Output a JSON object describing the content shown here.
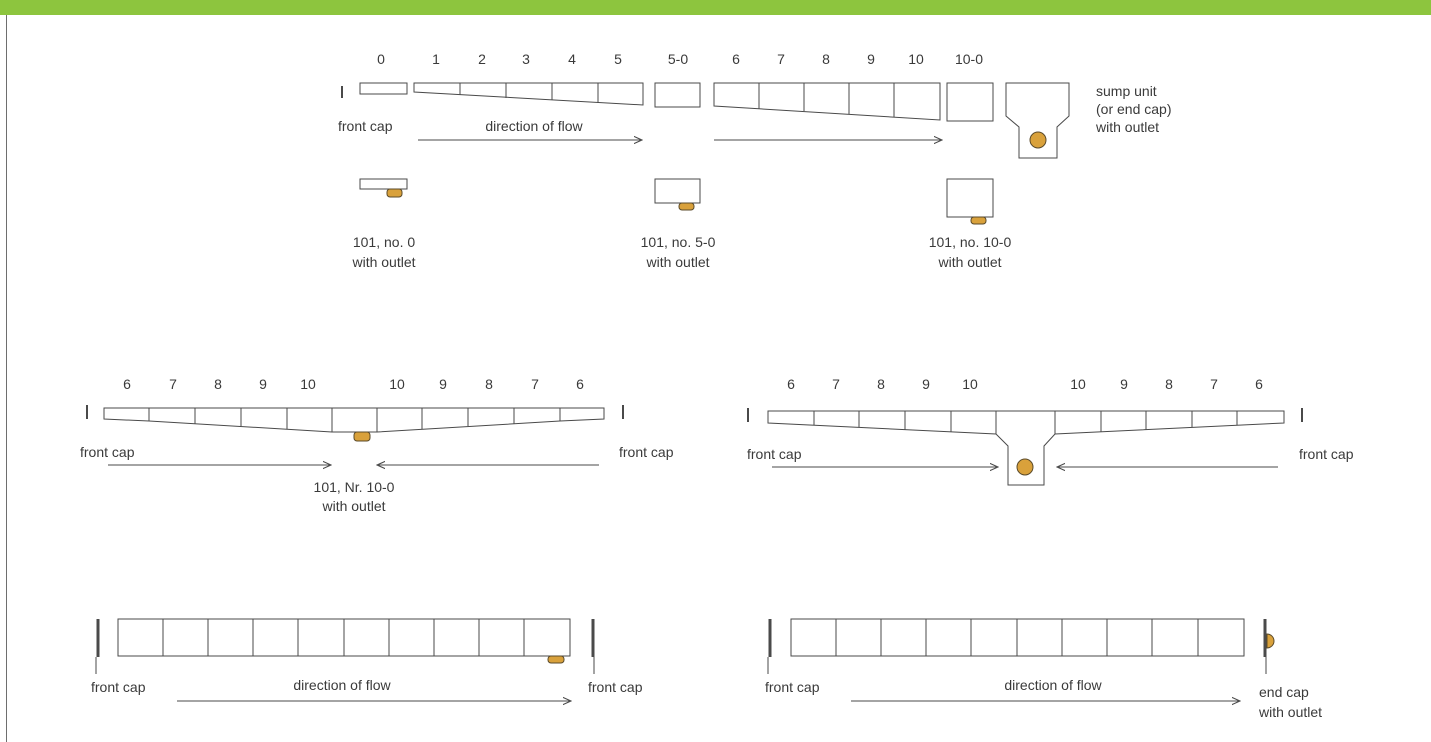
{
  "colors": {
    "header_bar": "#8dc53e",
    "outlet": "#d9a13b",
    "stroke": "#4a4a4a",
    "text": "#3a3a3a"
  },
  "top": {
    "numbers": [
      "0",
      "1",
      "2",
      "3",
      "4",
      "5",
      "5-0",
      "6",
      "7",
      "8",
      "9",
      "10",
      "10-0"
    ],
    "front_cap": "front cap",
    "flow": "direction of flow",
    "sump_lines": [
      "sump unit",
      "(or end cap)",
      "with outlet"
    ],
    "outlets": [
      {
        "line1": "101, no. 0",
        "line2": "with outlet"
      },
      {
        "line1": "101, no. 5-0",
        "line2": "with outlet"
      },
      {
        "line1": "101, no. 10-0",
        "line2": "with outlet"
      }
    ]
  },
  "mid_left": {
    "numbers": [
      "6",
      "7",
      "8",
      "9",
      "10",
      "10",
      "9",
      "8",
      "7",
      "6"
    ],
    "front_cap_left": "front cap",
    "front_cap_right": "front cap",
    "outlet_line1": "101, Nr. 10-0",
    "outlet_line2": "with outlet"
  },
  "mid_right": {
    "numbers": [
      "6",
      "7",
      "8",
      "9",
      "10",
      "10",
      "9",
      "8",
      "7",
      "6"
    ],
    "front_cap_left": "front cap",
    "front_cap_right": "front cap"
  },
  "bottom_left": {
    "front_cap_left": "front cap",
    "front_cap_right": "front cap",
    "flow": "direction of flow"
  },
  "bottom_right": {
    "front_cap": "front cap",
    "flow": "direction of flow",
    "end_cap_line1": "end cap",
    "end_cap_line2": "with outlet"
  }
}
